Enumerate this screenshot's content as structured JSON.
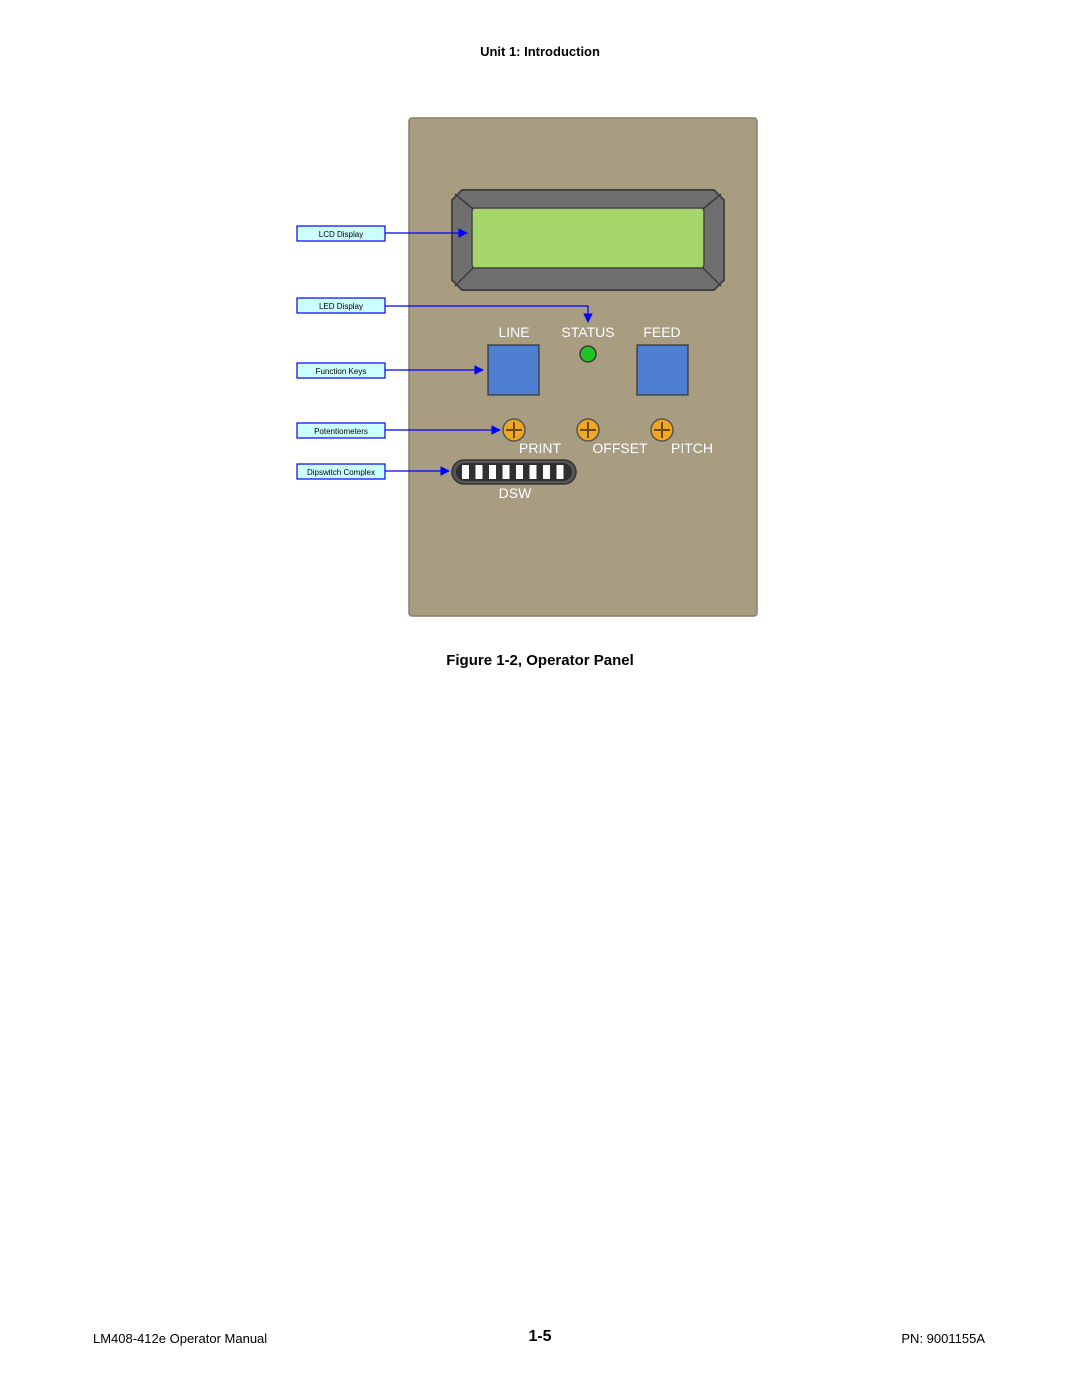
{
  "header": {
    "title": "Unit 1:  Introduction"
  },
  "figure": {
    "callouts": {
      "lcd": "LCD Display",
      "led": "LED Display",
      "keys": "Function Keys",
      "pots": "Potentiometers",
      "dsw": "Dipswitch Complex"
    },
    "panel": {
      "line_label": "LINE",
      "status_label": "STATUS",
      "feed_label": "FEED",
      "print_label": "PRINT",
      "offset_label": "OFFSET",
      "pitch_label": "PITCH",
      "dsw_label": "DSW"
    },
    "colors": {
      "panel": "#a89c81",
      "lcd": "#a6d56a",
      "key": "#4f7fd1",
      "led": "#22c322",
      "pot": "#f0a722",
      "callout_fill": "#ccffff",
      "callout_border": "#0000ff"
    }
  },
  "caption": "Figure 1-2, Operator Panel",
  "footer": {
    "left": "LM408-412e Operator Manual",
    "page": "1-5",
    "right": "PN: 9001155A"
  }
}
